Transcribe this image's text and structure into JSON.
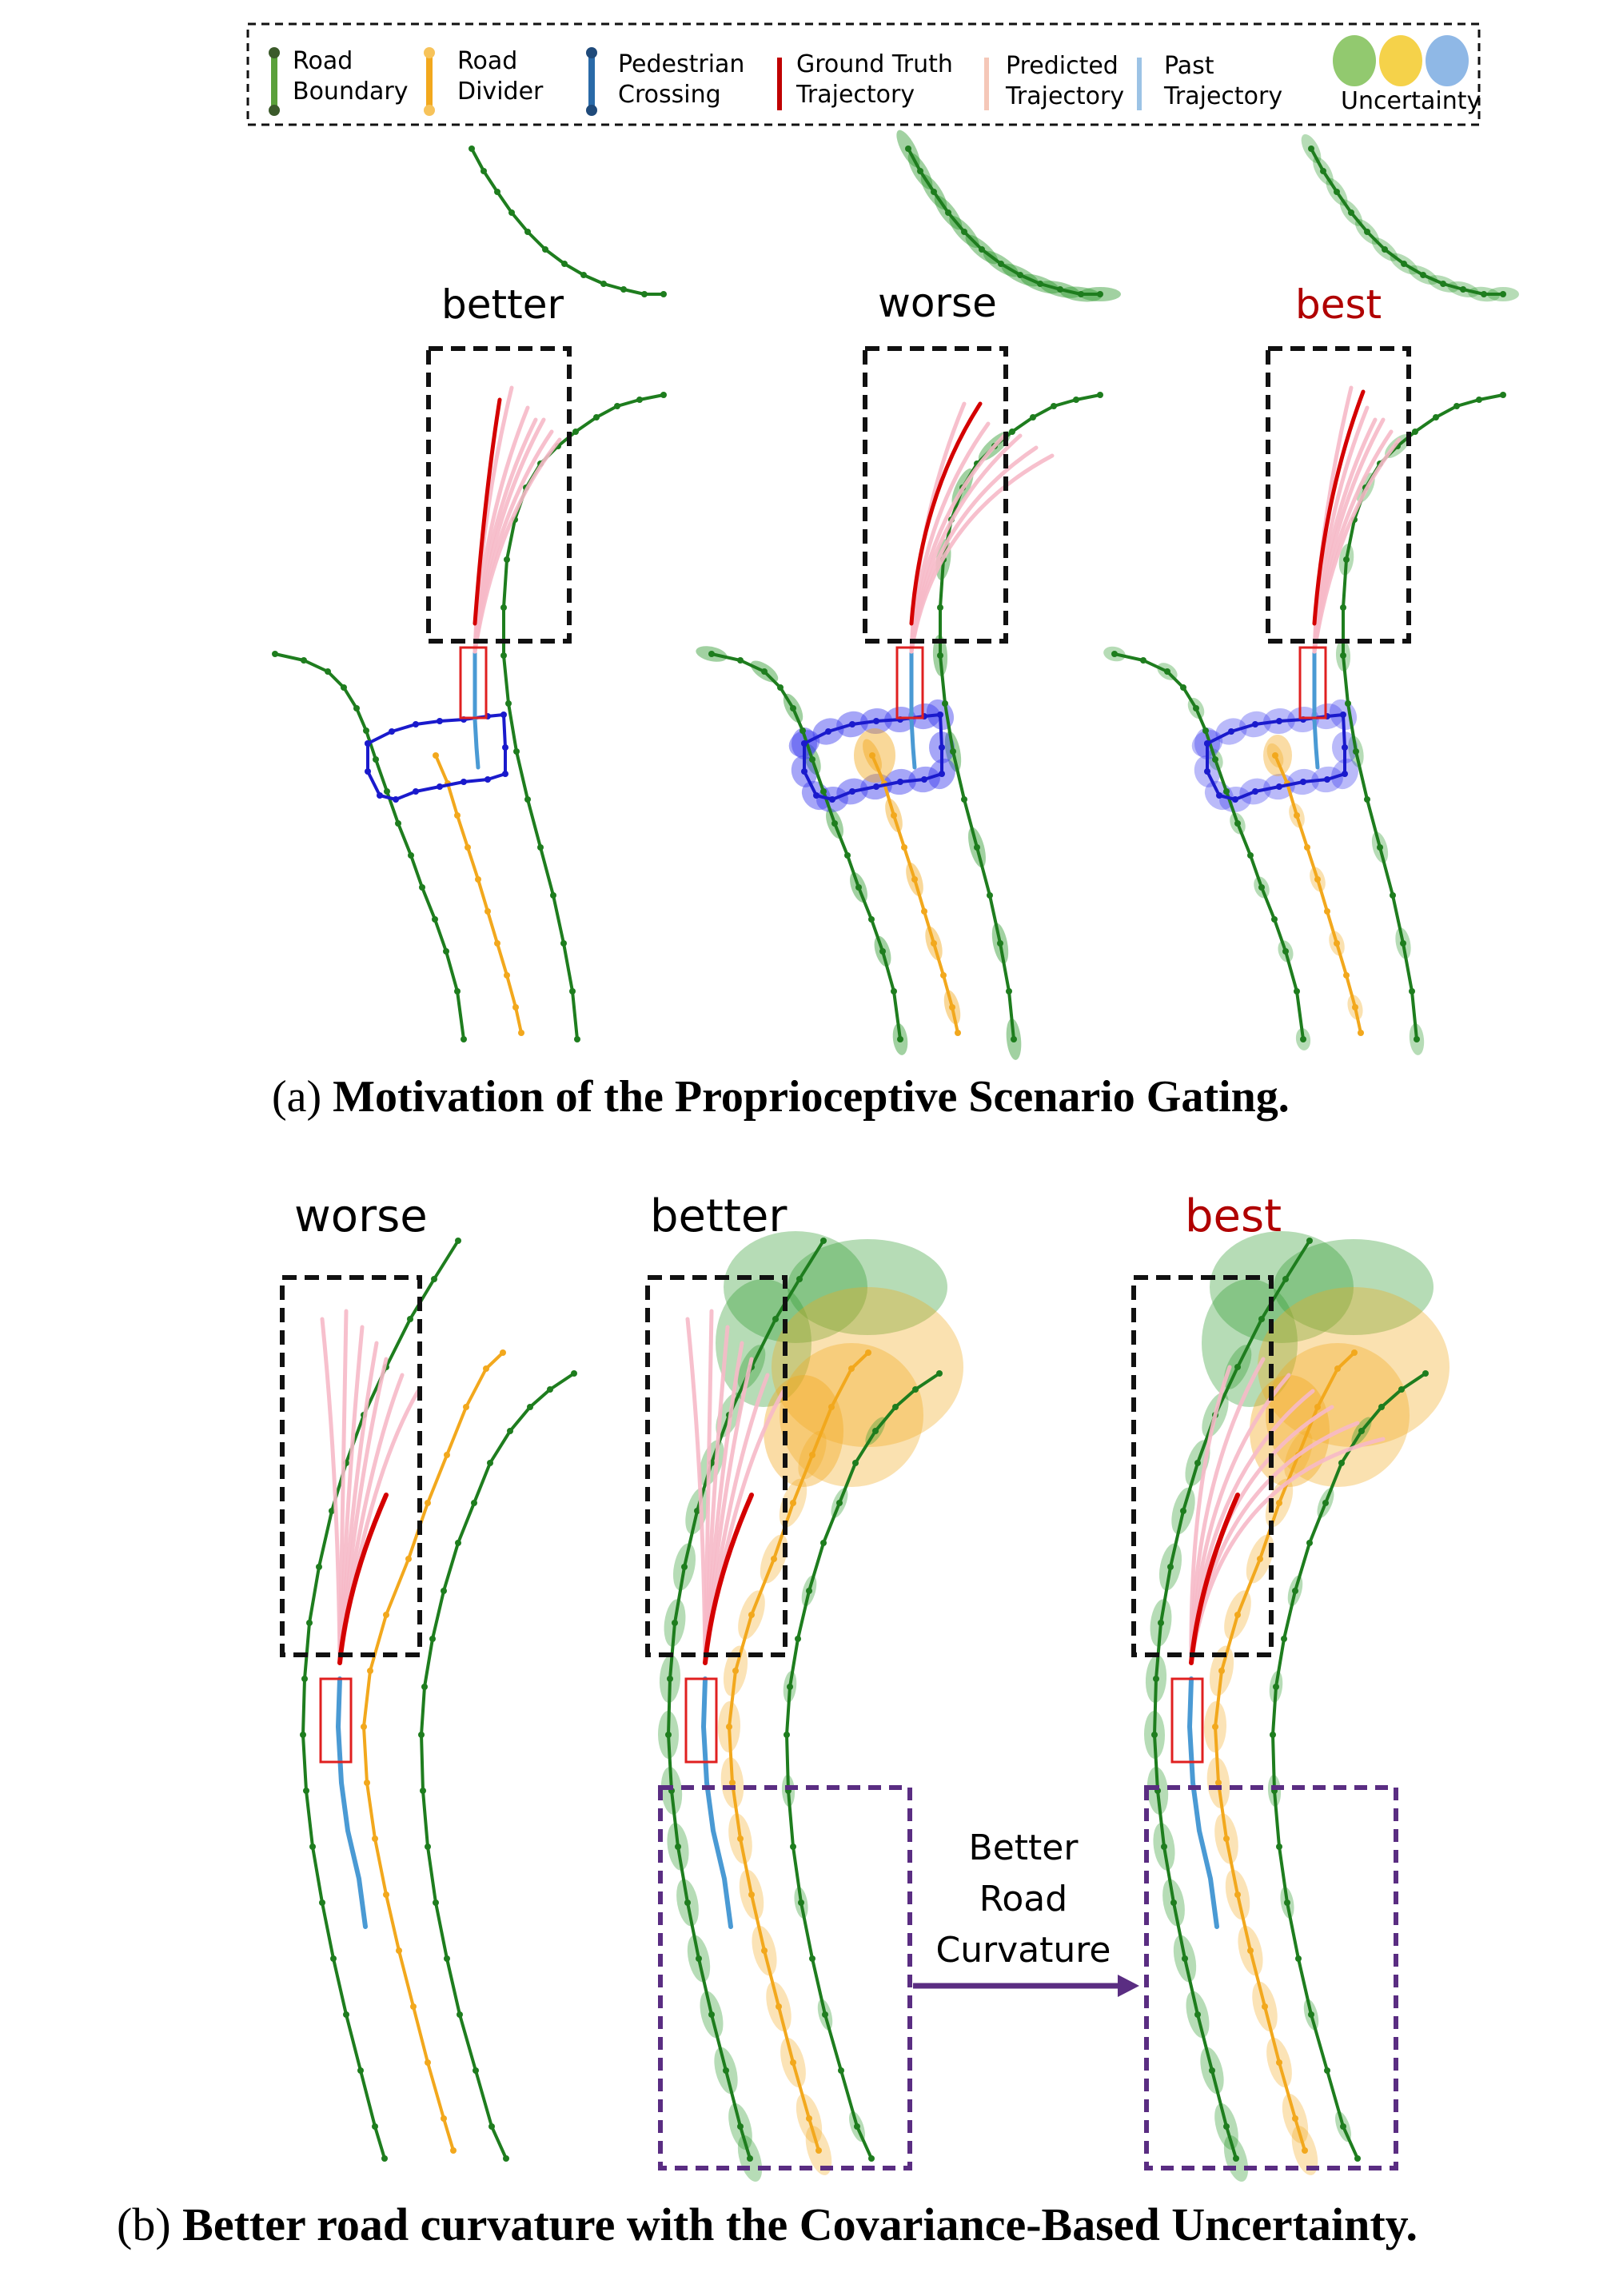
{
  "legend": {
    "items": [
      {
        "line1": "Road",
        "line2": "Boundary",
        "color": "#2e8b2e"
      },
      {
        "line1": "Road",
        "line2": "Divider",
        "color": "#f2a81d"
      },
      {
        "line1": "Pedestrian",
        "line2": "Crossing",
        "color": "#1f5a99"
      },
      {
        "line1": "Ground Truth",
        "line2": "Trajectory",
        "color": "#c00000"
      },
      {
        "line1": "Predicted",
        "line2": "Trajectory",
        "color": "#f5c7b8"
      },
      {
        "line1": "Past",
        "line2": "Trajectory",
        "color": "#9cc3e5"
      }
    ],
    "uncertainty_label": "Uncertainty",
    "uncertainty_colors": [
      "#92c96f",
      "#f5d24a",
      "#8fb8e6"
    ]
  },
  "part_a": {
    "panels": [
      {
        "label": "better",
        "color": "#000000"
      },
      {
        "label": "worse",
        "color": "#000000"
      },
      {
        "label": "best",
        "color": "#b00000"
      }
    ],
    "caption_prefix": "(a) ",
    "caption_bold": "Motivation of the Proprioceptive Scenario Gating."
  },
  "part_b": {
    "panels": [
      {
        "label": "worse",
        "color": "#000000"
      },
      {
        "label": "better",
        "color": "#000000"
      },
      {
        "label": "best",
        "color": "#b00000"
      }
    ],
    "arrow_text": [
      "Better",
      "Road",
      "Curvature"
    ],
    "caption_prefix": "(b) ",
    "caption_bold": "Better road curvature with the Covariance-Based Uncertainty."
  },
  "colors": {
    "boundary": "#1e7d1e",
    "divider": "#f2a81d",
    "crossing": "#1a1acc",
    "gt": "#d40000",
    "pred": "#f6b9c8",
    "past": "#4a9ad4",
    "purple": "#5a2d82"
  }
}
